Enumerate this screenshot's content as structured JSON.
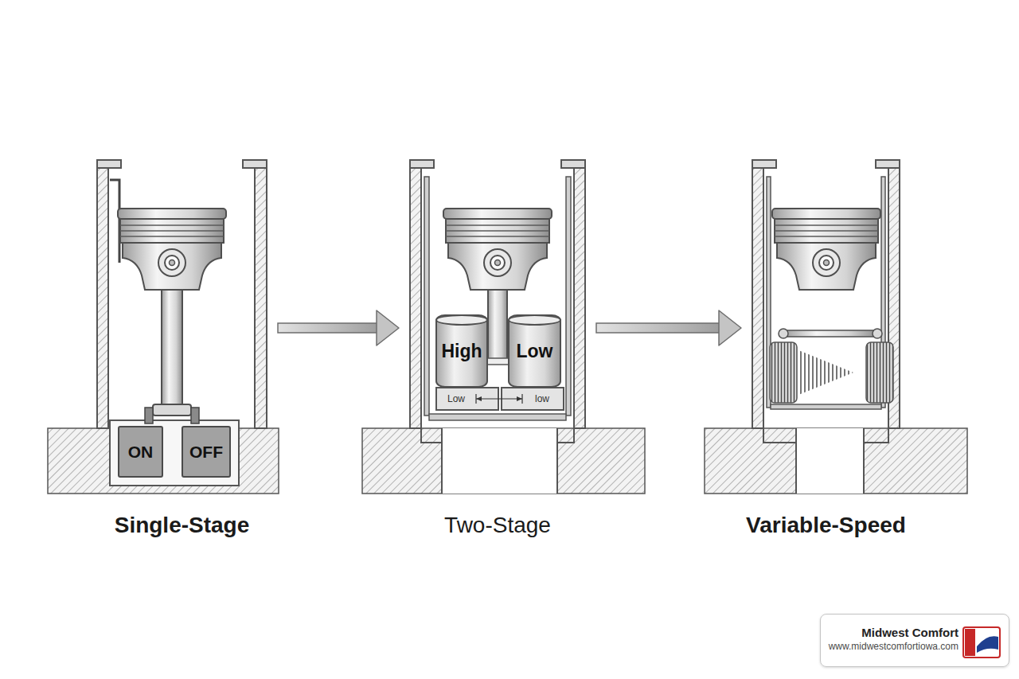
{
  "diagram": {
    "nodes": [
      {
        "text": [
          "Single-Stage"
        ]
      },
      {
        "text": [
          "ON"
        ],
        "in": 0
      },
      {
        "text": [
          "OFF"
        ],
        "in": 0
      },
      {
        "text": [
          "Two-Stage"
        ]
      },
      {
        "text": [
          "High"
        ],
        "in": 3
      },
      {
        "text": [
          "Low"
        ],
        "in": 3
      },
      {
        "text": [
          "Variable-Speed"
        ]
      },
      {
        "text": [
          "Midwest Comfort",
          "www.midwestcomfortiowa.com"
        ]
      }
    ],
    "edges": [
      {
        "from": 0,
        "to": 3,
        "arrow": "to"
      },
      {
        "from": 3,
        "to": 6,
        "arrow": "to"
      }
    ],
    "labels": [
      "Low",
      "low"
    ]
  }
}
